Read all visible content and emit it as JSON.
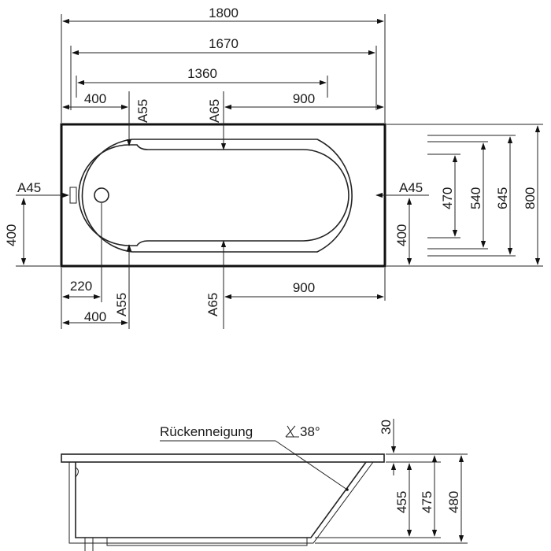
{
  "plan_view": {
    "overall_length": "1800",
    "rim_length": "1670",
    "inner_length": "1360",
    "top_left_offset": "400",
    "top_right_offset": "900",
    "bottom_left_drain": "220",
    "bottom_left_offset": "400",
    "bottom_right_offset": "900",
    "left_height": "400",
    "right_height": "400",
    "support_left_top": "A55",
    "support_mid_top": "A65",
    "support_left_bottom": "A55",
    "support_mid_bottom": "A65",
    "support_left_side": "A45",
    "support_right_side": "A45",
    "width_470": "470",
    "width_540": "540",
    "width_645": "645",
    "width_800": "800"
  },
  "side_view": {
    "back_slope_label": "Rückenneigung",
    "back_slope_angle": "38°",
    "rim_thickness": "30",
    "depth_455": "455",
    "depth_475": "475",
    "height_480": "480"
  }
}
